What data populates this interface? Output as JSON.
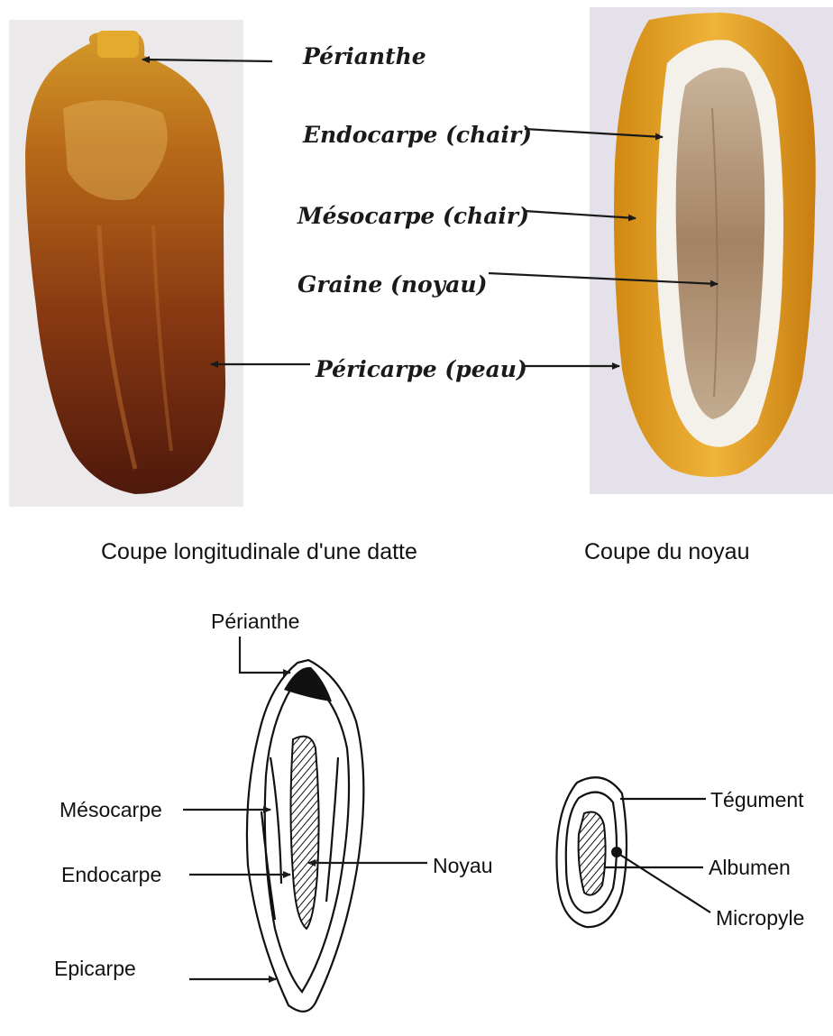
{
  "photo_labels": {
    "perianthe": "Périanthe",
    "endocarpe": "Endocarpe (chair)",
    "mesocarpe": "Mésocarpe (chair)",
    "graine": "Graine (noyau)",
    "pericarpe": "Péricarpe (peau)"
  },
  "captions": {
    "left": "Coupe longitudinale d'une datte",
    "right": "Coupe du noyau"
  },
  "sketch_labels": {
    "perianthe": "Périanthe",
    "mesocarpe": "Mésocarpe",
    "endocarpe": "Endocarpe",
    "epicarpe": "Epicarpe",
    "noyau": "Noyau",
    "tegument": "Tégument",
    "albumen": "Albumen",
    "micropyle": "Micropyle"
  },
  "colors": {
    "date_skin_dark": "#5a1d0e",
    "date_skin_mid": "#9a4a14",
    "date_top": "#c98a1c",
    "flesh_amber": "#e2a21c",
    "flesh_white": "#f4f0ea",
    "seed_brown": "#a8896c"
  }
}
